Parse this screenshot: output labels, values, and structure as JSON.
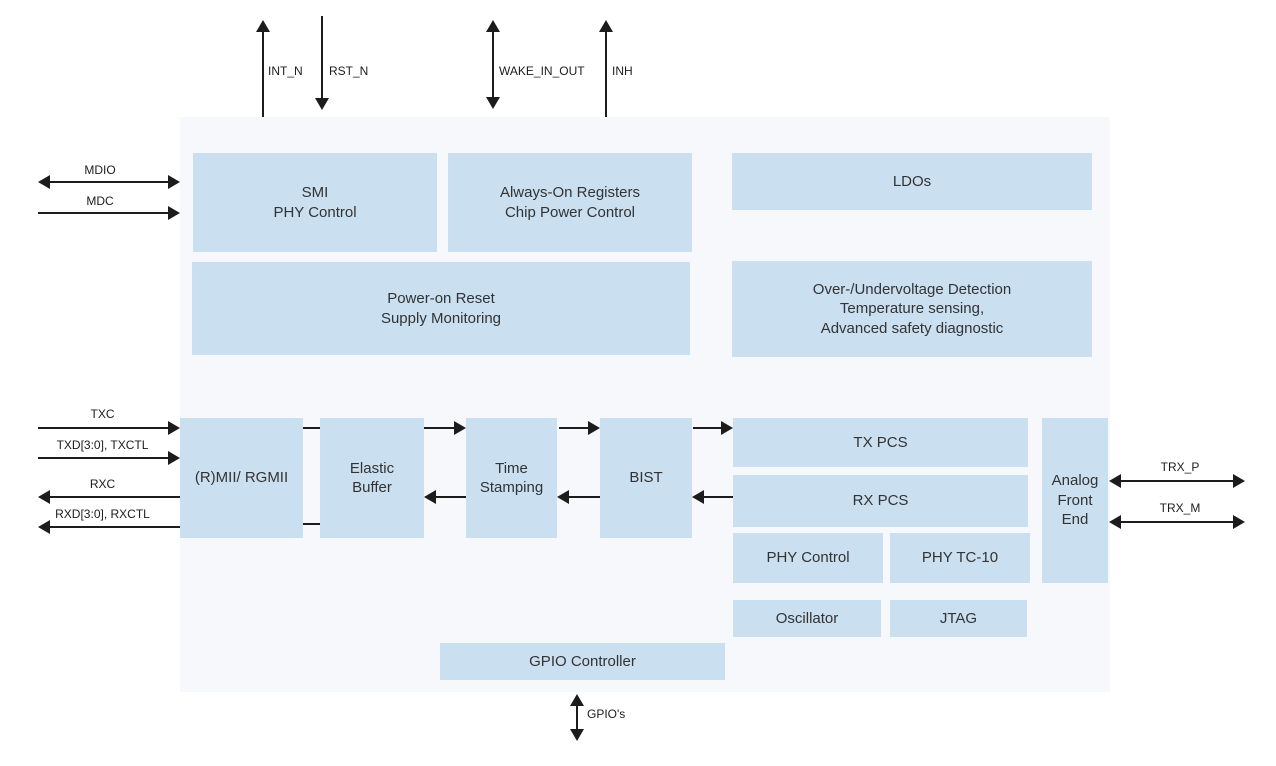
{
  "colors": {
    "block_fill": "#cadff0",
    "chip_background": "#f6f8fb",
    "arrow": "#1c1c1c",
    "text": "#333333"
  },
  "blocks": {
    "smi": "SMI\nPHY Control",
    "always_on": "Always-On Registers\nChip Power Control",
    "ldos": "LDOs",
    "por": "Power-on Reset\nSupply Monitoring",
    "safety": "Over-/Undervoltage Detection\nTemperature sensing,\nAdvanced safety diagnostic",
    "rmii": "(R)MII/ RGMII",
    "elastic": "Elastic\nBuffer",
    "timestamping": "Time\nStamping",
    "bist": "BIST",
    "txpcs": "TX PCS",
    "rxpcs": "RX PCS",
    "phy_control": "PHY Control",
    "phy_tc10": "PHY TC-10",
    "oscillator": "Oscillator",
    "jtag": "JTAG",
    "afe": "Analog\nFront\nEnd",
    "gpio_controller": "GPIO Controller"
  },
  "signals": {
    "int_n": "INT_N",
    "rst_n": "RST_N",
    "wake_in_out": "WAKE_IN_OUT",
    "inh": "INH",
    "mdio": "MDIO",
    "mdc": "MDC",
    "txc": "TXC",
    "txd": "TXD[3:0], TXCTL",
    "rxc": "RXC",
    "rxd": "RXD[3:0], RXCTL",
    "trx_p": "TRX_P",
    "trx_m": "TRX_M",
    "gpios": "GPIO's"
  }
}
